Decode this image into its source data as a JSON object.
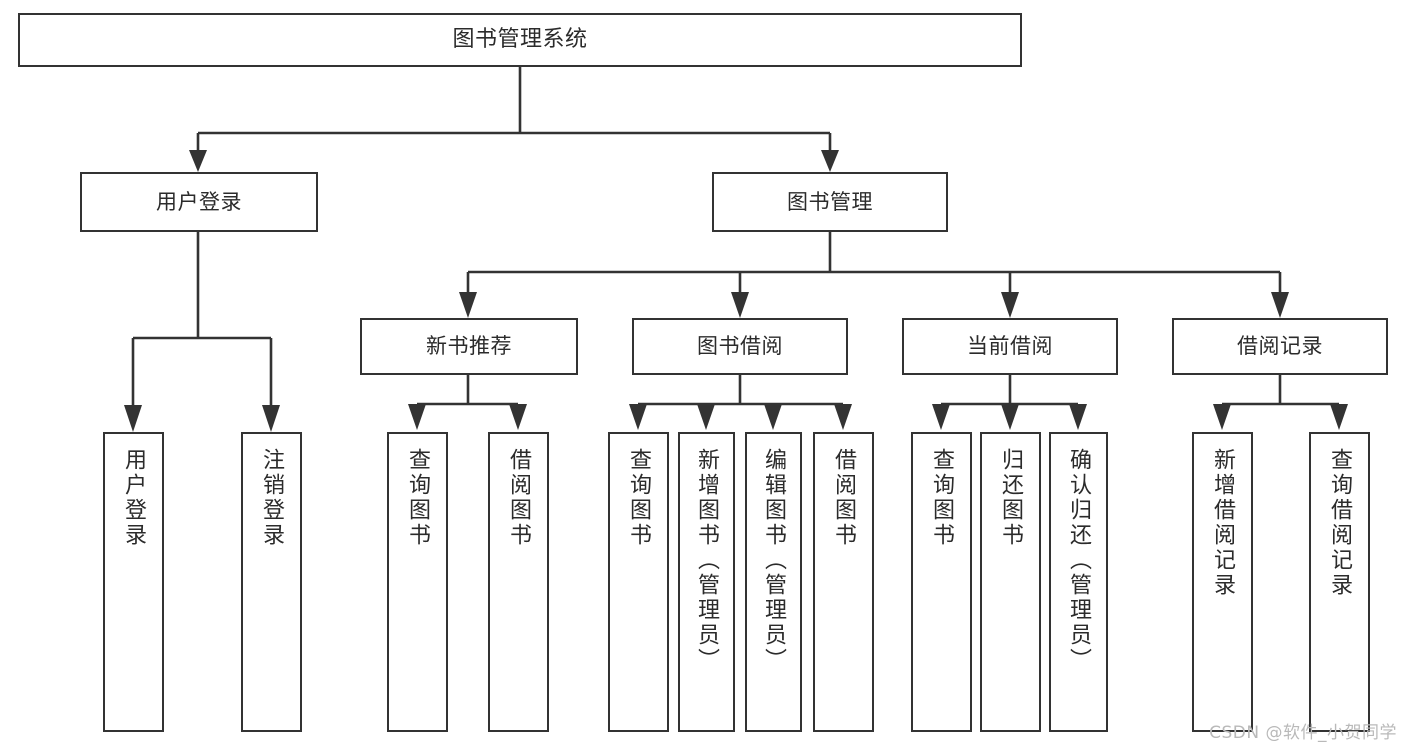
{
  "diagram": {
    "type": "tree-hierarchy",
    "title": "图书管理系统",
    "background_color": "#ffffff",
    "line_color": "#333333",
    "text_color": "#2b2b2b"
  },
  "nodes": {
    "root": {
      "label": "图书管理系统"
    },
    "level2": [
      {
        "id": "user-login",
        "label": "用户登录"
      },
      {
        "id": "book-manage",
        "label": "图书管理"
      }
    ],
    "level3": [
      {
        "id": "new-book-recommend",
        "label": "新书推荐"
      },
      {
        "id": "book-borrow",
        "label": "图书借阅"
      },
      {
        "id": "current-borrow",
        "label": "当前借阅"
      },
      {
        "id": "borrow-record",
        "label": "借阅记录"
      }
    ],
    "leaves": {
      "user_login": [
        {
          "id": "leaf-user-login",
          "label": "用户登录"
        },
        {
          "id": "leaf-user-logout",
          "label": "注销登录"
        }
      ],
      "new_book_recommend": [
        {
          "id": "leaf-query-book-1",
          "label": "查询图书"
        },
        {
          "id": "leaf-borrow-book-1",
          "label": "借阅图书"
        }
      ],
      "book_borrow": [
        {
          "id": "leaf-query-book-2",
          "label": "查询图书"
        },
        {
          "id": "leaf-add-book",
          "label": "新增图书（管理员）"
        },
        {
          "id": "leaf-edit-book",
          "label": "编辑图书（管理员）"
        },
        {
          "id": "leaf-borrow-book-2",
          "label": "借阅图书"
        }
      ],
      "current_borrow": [
        {
          "id": "leaf-query-book-3",
          "label": "查询图书"
        },
        {
          "id": "leaf-return-book",
          "label": "归还图书"
        },
        {
          "id": "leaf-confirm-return",
          "label": "确认归还（管理员）"
        }
      ],
      "borrow_record": [
        {
          "id": "leaf-add-record",
          "label": "新增借阅记录"
        },
        {
          "id": "leaf-query-record",
          "label": "查询借阅记录"
        }
      ]
    }
  },
  "watermark": {
    "text": "CSDN @软件_小贺同学"
  }
}
